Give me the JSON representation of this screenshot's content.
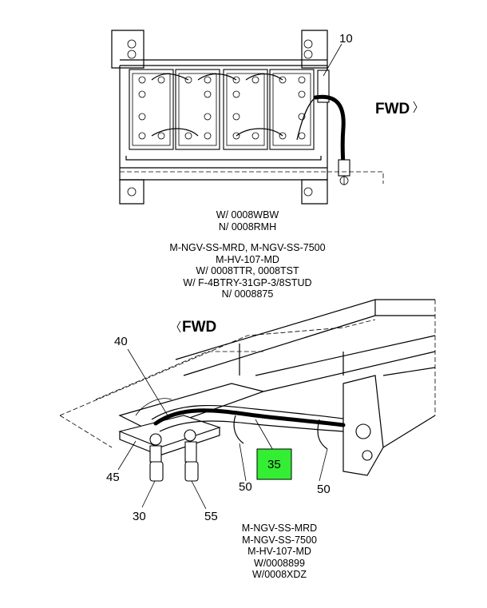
{
  "upper_view": {
    "callout_10": "10",
    "fwd_label": "FWD",
    "fwd_arrow_icon": "hollow-arrow-right-icon",
    "notes": [
      "W/ 0008WBW",
      "N/ 0008RMH"
    ]
  },
  "middle_notes": [
    "M-NGV-SS-MRD, M-NGV-SS-7500",
    "M-HV-107-MD",
    "W/ 0008TTR, 0008TST",
    "W/ F-4BTRY-31GP-3/8STUD",
    "N/ 0008875"
  ],
  "lower_view": {
    "fwd_label": "FWD",
    "fwd_arrow_icon": "hollow-arrow-left-icon",
    "callouts": {
      "c40": "40",
      "c45": "45",
      "c30": "30",
      "c55": "55",
      "c35": "35",
      "c50_left": "50",
      "c50_right": "50"
    },
    "highlight_color": "#33ee33",
    "notes": [
      "M-NGV-SS-MRD",
      "M-NGV-SS-7500",
      "M-HV-107-MD",
      "W/0008899",
      "W/0008XDZ"
    ]
  }
}
